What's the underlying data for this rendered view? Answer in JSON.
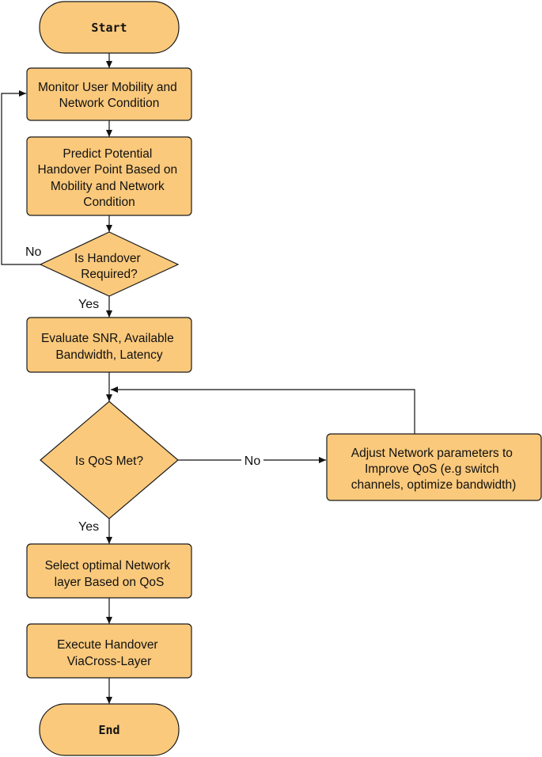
{
  "colors": {
    "node_fill": "#fac97c",
    "stroke": "#1a1a1a"
  },
  "nodes": {
    "start": "Start",
    "monitor": [
      "Monitor User Mobility and",
      "Network Condition"
    ],
    "predict": [
      "Predict Potential",
      "Handover Point Based on",
      "Mobility and Network",
      "Condition"
    ],
    "handover_decision": [
      "Is Handover",
      "Required?"
    ],
    "evaluate": [
      "Evaluate SNR, Available",
      "Bandwidth, Latency"
    ],
    "qos_decision": [
      "Is QoS Met?"
    ],
    "adjust": [
      "Adjust Network parameters to",
      "Improve QoS (e.g switch",
      "channels, optimize bandwidth)"
    ],
    "select": [
      "Select optimal Network",
      "layer Based on QoS"
    ],
    "execute": [
      "Execute Handover",
      "ViaCross-Layer"
    ],
    "end": "End"
  },
  "edge_labels": {
    "handover_no": "No",
    "handover_yes": "Yes",
    "qos_no": "No",
    "qos_yes": "Yes"
  }
}
